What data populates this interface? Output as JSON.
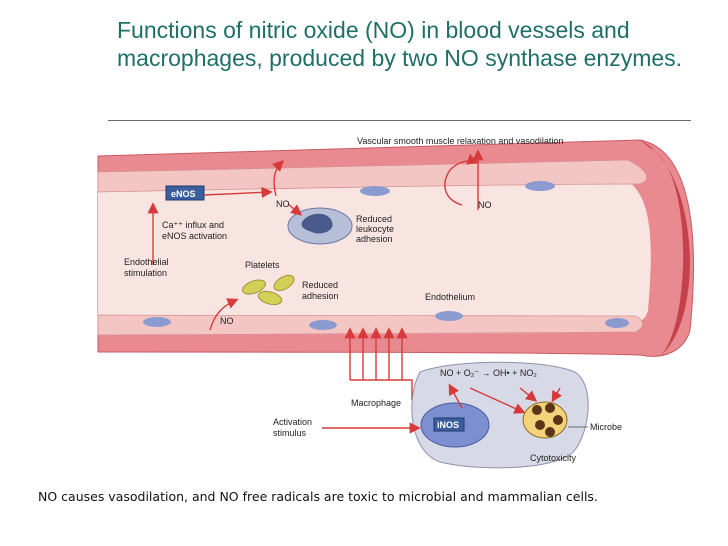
{
  "title": "Functions of nitric oxide (NO) in blood vessels and macrophages, produced by two NO synthase enzymes.",
  "caption": "NO causes vasodilation, and NO free radicals are toxic to microbial and mammalian cells.",
  "labels": {
    "vascular": "Vascular smooth muscle relaxation and vasodilation",
    "enos": "eNOS",
    "ca_influx_1": "Ca⁺⁺ influx and",
    "ca_influx_2": "eNOS activation",
    "endothelial_1": "Endothelial",
    "endothelial_2": "stimulation",
    "no_top": "NO",
    "reduced_leuko_1": "Reduced",
    "reduced_leuko_2": "leukocyte",
    "reduced_leuko_3": "adhesion",
    "no_right": "NO",
    "platelets": "Platelets",
    "reduced_adh_1": "Reduced",
    "reduced_adh_2": "adhesion",
    "no_bottom": "NO",
    "endothelium": "Endothelium",
    "reaction": "NO + O₂⁻ → OH• + NO₂",
    "macrophage": "Macrophage",
    "inos": "iNOS",
    "activation_1": "Activation",
    "activation_2": "stimulus",
    "microbe": "Microbe",
    "cytotoxicity": "Cytotoxicity"
  },
  "colors": {
    "title": "#1f6f68",
    "vessel_wall": "#e8828a",
    "lumen": "#f7e6e3",
    "arrow": "#d63a3a",
    "nucleus": "#8b9bd0"
  }
}
